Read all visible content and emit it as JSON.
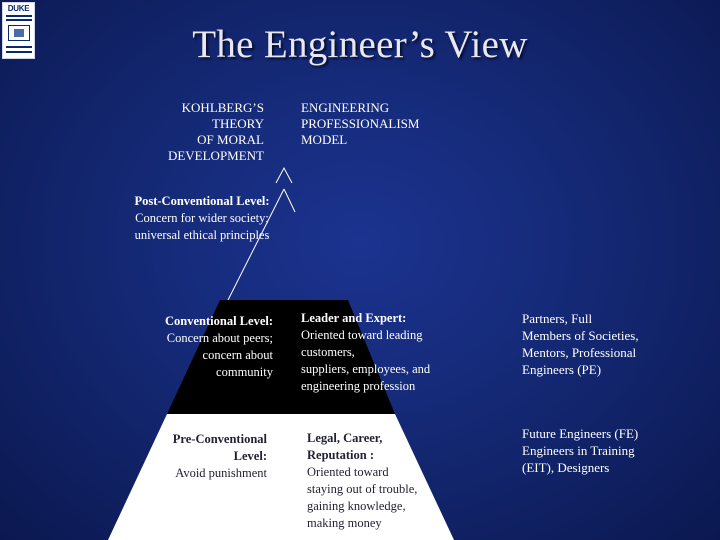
{
  "logo": {
    "text": "DUKE"
  },
  "title": "The Engineer’s View",
  "left_header": [
    "KOHLBERG’S",
    "THEORY",
    "OF MORAL",
    "DEVELOPMENT"
  ],
  "right_header": [
    "ENGINEERING",
    "PROFESSIONALISM",
    "MODEL"
  ],
  "kohlberg": {
    "post": {
      "head": "Post-Conventional Level:",
      "lines": [
        "Concern for wider society;",
        "universal ethical principles"
      ]
    },
    "conventional": {
      "head": "Conventional Level:",
      "lines": [
        "Concern about peers;",
        "concern about",
        "community"
      ]
    },
    "pre": {
      "head": "Pre-Conventional",
      "head2": "Level:",
      "lines": [
        "Avoid punishment"
      ]
    }
  },
  "professionalism": {
    "leader": {
      "head": "Leader and Expert:",
      "lines": [
        "Oriented toward leading",
        "customers,",
        "suppliers, employees, and",
        "engineering profession"
      ]
    },
    "legal": {
      "head": "Legal, Career,",
      "head2": "Reputation :",
      "lines": [
        "Oriented toward",
        "staying out of trouble,",
        "gaining knowledge,",
        "making money"
      ]
    }
  },
  "roles": {
    "upper": [
      "Partners, Full",
      "Members of Societies,",
      "Mentors, Professional",
      "Engineers (PE)"
    ],
    "lower": [
      "Future Engineers (FE)",
      "Engineers in Training",
      "(EIT), Designers"
    ]
  },
  "colors": {
    "background": "#152a78",
    "pyramid_top": "#0a1446",
    "pyramid_mid": "#000000",
    "pyramid_base": "#ffffff",
    "text_dark": "#222233"
  }
}
